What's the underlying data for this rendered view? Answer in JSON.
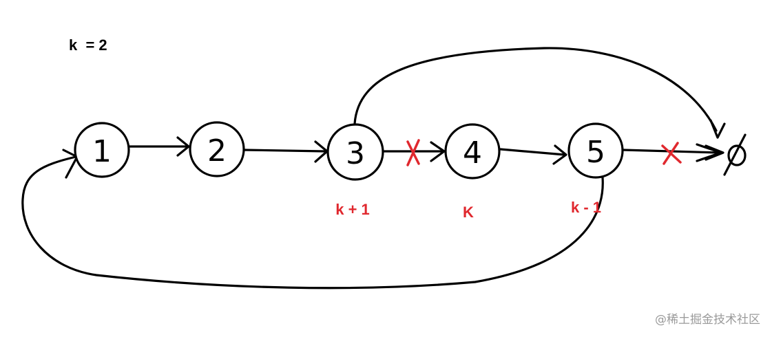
{
  "param_label": "k  = 2",
  "nodes": [
    {
      "id": "n1",
      "label": "1"
    },
    {
      "id": "n2",
      "label": "2"
    },
    {
      "id": "n3",
      "label": "3"
    },
    {
      "id": "n4",
      "label": "4"
    },
    {
      "id": "n5",
      "label": "5"
    }
  ],
  "terminal": {
    "label": "null"
  },
  "annotations": [
    {
      "text": "k + 1",
      "under": "n3"
    },
    {
      "text": "K",
      "under": "n4"
    },
    {
      "text": "k - 1",
      "under": "n5"
    }
  ],
  "colors": {
    "stroke": "#000000",
    "annotation": "#e0282e",
    "watermark": "#9a9a9a"
  },
  "watermark": "@稀土掘金技术社区"
}
